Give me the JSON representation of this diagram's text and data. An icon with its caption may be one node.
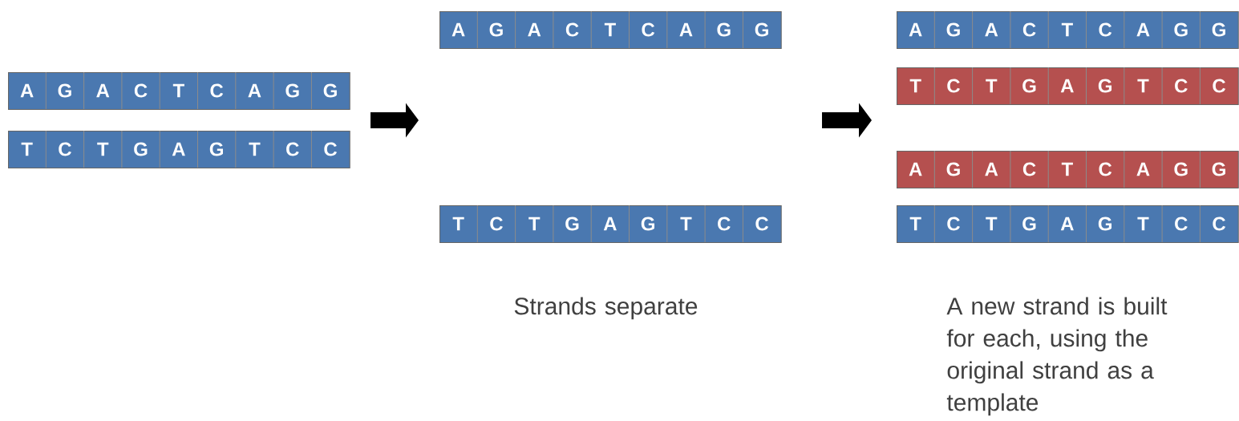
{
  "diagram": {
    "nodes": [
      {
        "text": [
          "A",
          "G",
          "A",
          "C",
          "T",
          "C",
          "A",
          "G",
          "G"
        ]
      },
      {
        "text": [
          "T",
          "C",
          "T",
          "G",
          "A",
          "G",
          "T",
          "C",
          "C"
        ]
      },
      {
        "text": [
          "A",
          "G",
          "A",
          "C",
          "T",
          "C",
          "A",
          "G",
          "G"
        ]
      },
      {
        "text": [
          "T",
          "C",
          "T",
          "G",
          "A",
          "G",
          "T",
          "C",
          "C"
        ]
      },
      {
        "text": [
          "A",
          "G",
          "A",
          "C",
          "T",
          "C",
          "A",
          "G",
          "G"
        ]
      },
      {
        "text": [
          "T",
          "C",
          "T",
          "G",
          "A",
          "G",
          "T",
          "C",
          "C"
        ]
      },
      {
        "text": [
          "A",
          "G",
          "A",
          "C",
          "T",
          "C",
          "A",
          "G",
          "G"
        ]
      },
      {
        "text": [
          "T",
          "C",
          "T",
          "G",
          "A",
          "G",
          "T",
          "C",
          "C"
        ]
      }
    ],
    "labels": [
      "Strands separate",
      "A new strand is built for each, using the original strand as a template"
    ]
  }
}
